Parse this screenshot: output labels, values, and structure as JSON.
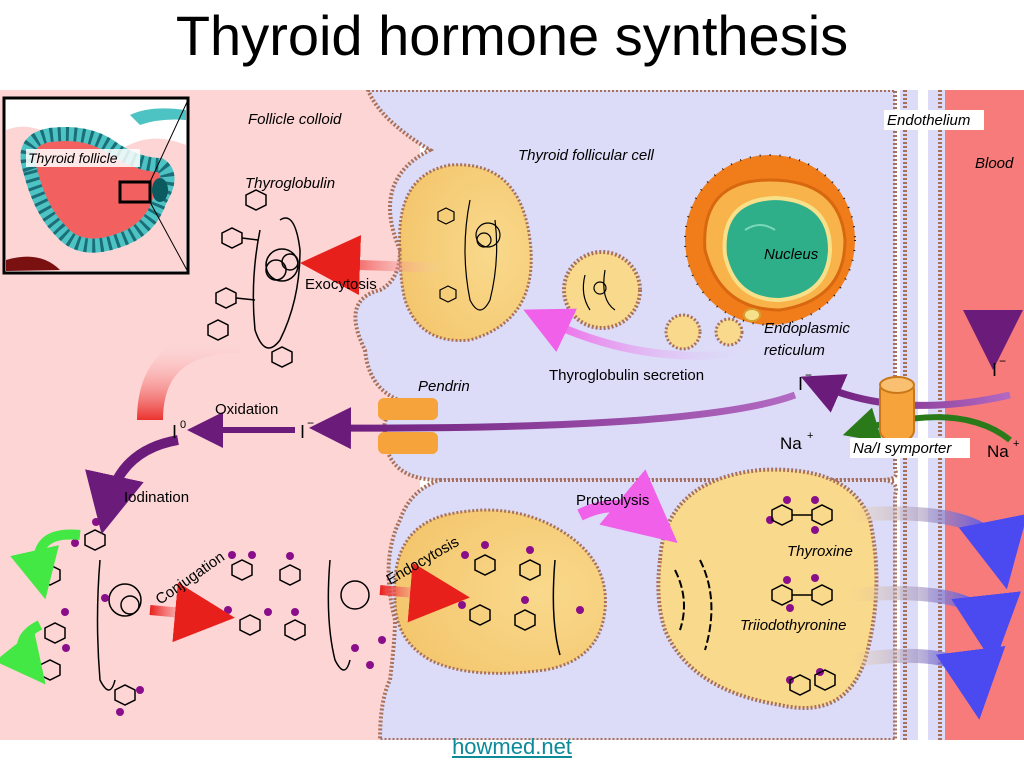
{
  "title": "Thyroid hormone synthesis",
  "footer": {
    "link_text": "howmed.net"
  },
  "labels": {
    "follicle_colloid": "Follicle colloid",
    "thyroid_follicle": "Thyroid follicle",
    "thyroglobulin": "Thyroglobulin",
    "exocytosis": "Exocytosis",
    "thyroid_follicular_cell": "Thyroid follicular cell",
    "nucleus": "Nucleus",
    "endoplasmic": "Endoplasmic",
    "reticulum": "reticulum",
    "thyroglobulin_secretion": "Thyroglobulin secretion",
    "endothelium": "Endothelium",
    "blood": "Blood",
    "pendrin": "Pendrin",
    "oxidation": "Oxidation",
    "iodination": "Iodination",
    "conjugation": "Conjugation",
    "endocytosis": "Endocytosis",
    "proteolysis": "Proteolysis",
    "thyroxine": "Thyroxine",
    "triiodothyronine": "Triiodothyronine",
    "na_i_symporter": "Na/I symporter"
  },
  "ions": {
    "i0": "I",
    "i0_sup": "0",
    "i_minus": "I",
    "minus_sup": "−",
    "na": "Na",
    "plus_sup": "+"
  },
  "colors": {
    "colloid": "#fdd5d5",
    "cell": "#dcdcf8",
    "vesicle": "#f9d98c",
    "blood": "#f77b7b",
    "nucleus": "#2fae8a",
    "er": "#f07c1a",
    "pendrin": "#f5a33a",
    "iodide_arrow": "#6b1b7a",
    "exocytosis_arrow": "#e8201c",
    "secretion_arrow": "#f060e8",
    "release_arrow": "#5a5af0",
    "sodium_arrow": "#2a7a1a",
    "iodination_arrow": "#44e844"
  },
  "icons": [
    "thyroid-follicle-inset",
    "tyrosine-ring-molecule",
    "hormone-molecule"
  ]
}
